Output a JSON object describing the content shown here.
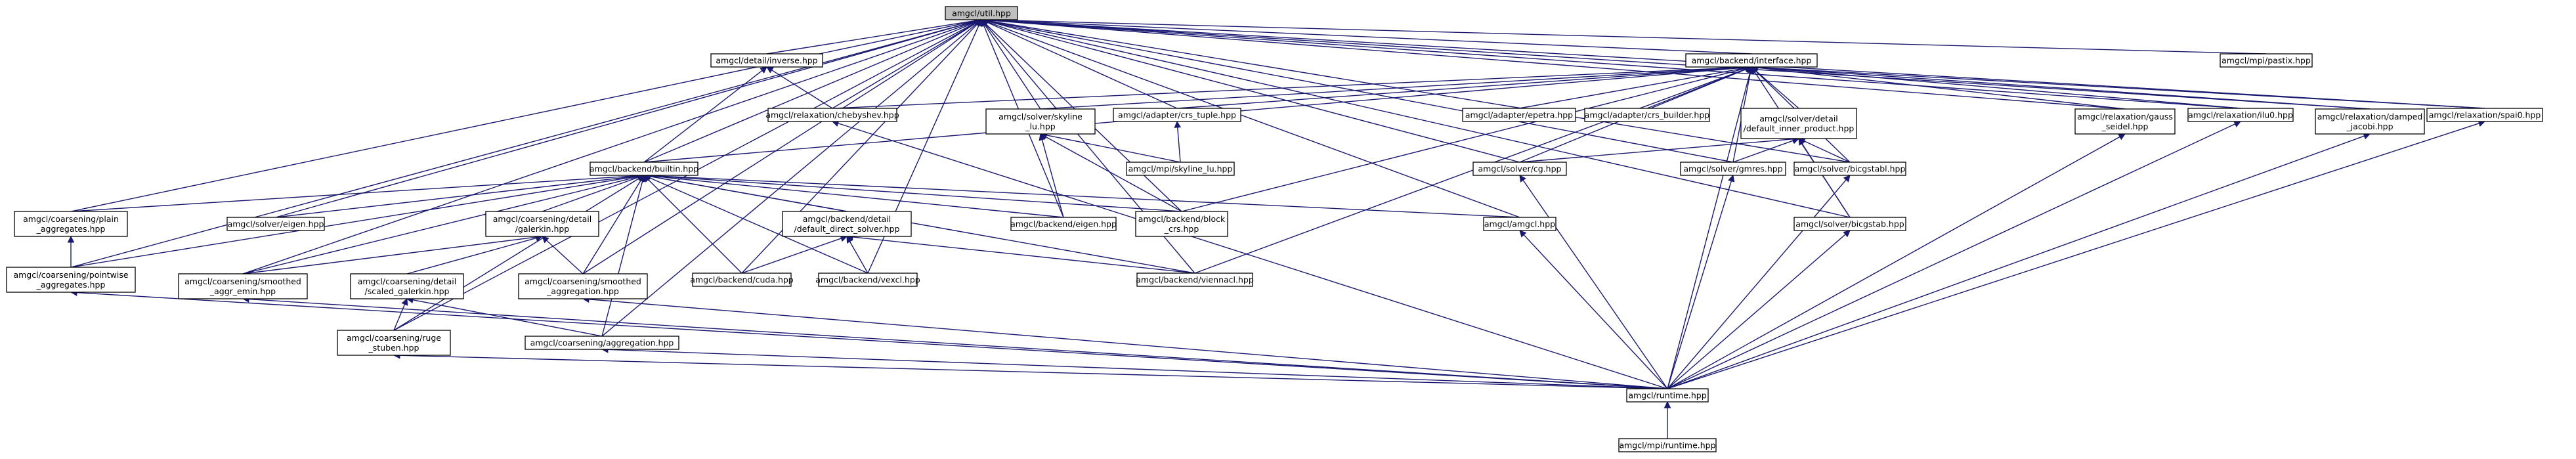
{
  "diagram": {
    "root_node": "util",
    "nodes": [
      {
        "id": "util",
        "lines": [
          "amgcl/util.hpp"
        ]
      },
      {
        "id": "inverse",
        "lines": [
          "amgcl/detail/inverse.hpp"
        ]
      },
      {
        "id": "iface",
        "lines": [
          "amgcl/backend/interface.hpp"
        ]
      },
      {
        "id": "pastix",
        "lines": [
          "amgcl/mpi/pastix.hpp"
        ]
      },
      {
        "id": "cheb",
        "lines": [
          "amgcl/relaxation/chebyshev.hpp"
        ]
      },
      {
        "id": "skyline",
        "lines": [
          "amgcl/solver/skyline",
          "_lu.hpp"
        ]
      },
      {
        "id": "crstuple",
        "lines": [
          "amgcl/adapter/crs_tuple.hpp"
        ]
      },
      {
        "id": "epetra",
        "lines": [
          "amgcl/adapter/epetra.hpp"
        ]
      },
      {
        "id": "crsbuilder",
        "lines": [
          "amgcl/adapter/crs_builder.hpp"
        ]
      },
      {
        "id": "innerprod",
        "lines": [
          "amgcl/solver/detail",
          "/default_inner_product.hpp"
        ]
      },
      {
        "id": "gauss",
        "lines": [
          "amgcl/relaxation/gauss",
          "_seidel.hpp"
        ]
      },
      {
        "id": "ilu0",
        "lines": [
          "amgcl/relaxation/ilu0.hpp"
        ]
      },
      {
        "id": "damped",
        "lines": [
          "amgcl/relaxation/damped",
          "_jacobi.hpp"
        ]
      },
      {
        "id": "spai0",
        "lines": [
          "amgcl/relaxation/spai0.hpp"
        ]
      },
      {
        "id": "mpisky",
        "lines": [
          "amgcl/mpi/skyline_lu.hpp"
        ]
      },
      {
        "id": "builtin",
        "lines": [
          "amgcl/backend/builtin.hpp"
        ]
      },
      {
        "id": "cg",
        "lines": [
          "amgcl/solver/cg.hpp"
        ]
      },
      {
        "id": "gmres",
        "lines": [
          "amgcl/solver/gmres.hpp"
        ]
      },
      {
        "id": "bicgstabl",
        "lines": [
          "amgcl/solver/bicgstabl.hpp"
        ]
      },
      {
        "id": "plain",
        "lines": [
          "amgcl/coarsening/plain",
          "_aggregates.hpp"
        ]
      },
      {
        "id": "eigensolver",
        "lines": [
          "amgcl/solver/eigen.hpp"
        ]
      },
      {
        "id": "galerkin",
        "lines": [
          "amgcl/coarsening/detail",
          "/galerkin.hpp"
        ]
      },
      {
        "id": "directsolver",
        "lines": [
          "amgcl/backend/detail",
          "/default_direct_solver.hpp"
        ]
      },
      {
        "id": "beigen",
        "lines": [
          "amgcl/backend/eigen.hpp"
        ]
      },
      {
        "id": "block",
        "lines": [
          "amgcl/backend/block",
          "_crs.hpp"
        ]
      },
      {
        "id": "amg",
        "lines": [
          "amgcl/amgcl.hpp"
        ]
      },
      {
        "id": "bicgstab",
        "lines": [
          "amgcl/solver/bicgstab.hpp"
        ]
      },
      {
        "id": "pointwise",
        "lines": [
          "amgcl/coarsening/pointwise",
          "_aggregates.hpp"
        ]
      },
      {
        "id": "saemin",
        "lines": [
          "amgcl/coarsening/smoothed",
          "_aggr_emin.hpp"
        ]
      },
      {
        "id": "scaled",
        "lines": [
          "amgcl/coarsening/detail",
          "/scaled_galerkin.hpp"
        ]
      },
      {
        "id": "smagg",
        "lines": [
          "amgcl/coarsening/smoothed",
          "_aggregation.hpp"
        ]
      },
      {
        "id": "cuda",
        "lines": [
          "amgcl/backend/cuda.hpp"
        ]
      },
      {
        "id": "vexcl",
        "lines": [
          "amgcl/backend/vexcl.hpp"
        ]
      },
      {
        "id": "viennacl",
        "lines": [
          "amgcl/backend/viennacl.hpp"
        ]
      },
      {
        "id": "ruge",
        "lines": [
          "amgcl/coarsening/ruge",
          "_stuben.hpp"
        ]
      },
      {
        "id": "aggregation",
        "lines": [
          "amgcl/coarsening/aggregation.hpp"
        ]
      },
      {
        "id": "runtime",
        "lines": [
          "amgcl/runtime.hpp"
        ]
      },
      {
        "id": "mpiruntime",
        "lines": [
          "amgcl/mpi/runtime.hpp"
        ]
      }
    ],
    "edges": [
      [
        "util",
        "inverse"
      ],
      [
        "util",
        "iface"
      ],
      [
        "util",
        "pastix"
      ],
      [
        "util",
        "cheb"
      ],
      [
        "util",
        "skyline"
      ],
      [
        "util",
        "crstuple"
      ],
      [
        "util",
        "builtin"
      ],
      [
        "util",
        "cg"
      ],
      [
        "util",
        "gmres"
      ],
      [
        "util",
        "bicgstabl"
      ],
      [
        "util",
        "plain"
      ],
      [
        "util",
        "eigensolver"
      ],
      [
        "util",
        "beigen"
      ],
      [
        "util",
        "block"
      ],
      [
        "util",
        "amg"
      ],
      [
        "util",
        "bicgstab"
      ],
      [
        "util",
        "pointwise"
      ],
      [
        "util",
        "saemin"
      ],
      [
        "util",
        "smagg"
      ],
      [
        "util",
        "cuda"
      ],
      [
        "util",
        "vexcl"
      ],
      [
        "util",
        "viennacl"
      ],
      [
        "util",
        "ruge"
      ],
      [
        "util",
        "aggregation"
      ],
      [
        "util",
        "gauss"
      ],
      [
        "util",
        "ilu0"
      ],
      [
        "util",
        "damped"
      ],
      [
        "util",
        "spai0"
      ],
      [
        "inverse",
        "cheb"
      ],
      [
        "inverse",
        "builtin"
      ],
      [
        "iface",
        "cheb"
      ],
      [
        "iface",
        "skyline"
      ],
      [
        "iface",
        "crstuple"
      ],
      [
        "iface",
        "epetra"
      ],
      [
        "iface",
        "crsbuilder"
      ],
      [
        "iface",
        "innerprod"
      ],
      [
        "iface",
        "gauss"
      ],
      [
        "iface",
        "ilu0"
      ],
      [
        "iface",
        "damped"
      ],
      [
        "iface",
        "spai0"
      ],
      [
        "iface",
        "builtin"
      ],
      [
        "iface",
        "cg"
      ],
      [
        "iface",
        "gmres"
      ],
      [
        "iface",
        "bicgstabl"
      ],
      [
        "iface",
        "bicgstab"
      ],
      [
        "iface",
        "block"
      ],
      [
        "iface",
        "viennacl"
      ],
      [
        "iface",
        "runtime"
      ],
      [
        "cheb",
        "runtime"
      ],
      [
        "skyline",
        "mpisky"
      ],
      [
        "skyline",
        "beigen"
      ],
      [
        "skyline",
        "block"
      ],
      [
        "crstuple",
        "mpisky"
      ],
      [
        "innerprod",
        "cg"
      ],
      [
        "innerprod",
        "gmres"
      ],
      [
        "innerprod",
        "bicgstabl"
      ],
      [
        "innerprod",
        "bicgstab"
      ],
      [
        "gauss",
        "runtime"
      ],
      [
        "ilu0",
        "runtime"
      ],
      [
        "damped",
        "runtime"
      ],
      [
        "spai0",
        "runtime"
      ],
      [
        "builtin",
        "plain"
      ],
      [
        "builtin",
        "eigensolver"
      ],
      [
        "builtin",
        "galerkin"
      ],
      [
        "builtin",
        "directsolver"
      ],
      [
        "builtin",
        "beigen"
      ],
      [
        "builtin",
        "block"
      ],
      [
        "builtin",
        "amg"
      ],
      [
        "builtin",
        "pointwise"
      ],
      [
        "builtin",
        "saemin"
      ],
      [
        "builtin",
        "smagg"
      ],
      [
        "builtin",
        "cuda"
      ],
      [
        "builtin",
        "vexcl"
      ],
      [
        "builtin",
        "viennacl"
      ],
      [
        "builtin",
        "ruge"
      ],
      [
        "builtin",
        "aggregation"
      ],
      [
        "cg",
        "runtime"
      ],
      [
        "gmres",
        "runtime"
      ],
      [
        "bicgstabl",
        "runtime"
      ],
      [
        "bicgstab",
        "runtime"
      ],
      [
        "plain",
        "pointwise"
      ],
      [
        "galerkin",
        "saemin"
      ],
      [
        "galerkin",
        "scaled"
      ],
      [
        "galerkin",
        "smagg"
      ],
      [
        "directsolver",
        "cuda"
      ],
      [
        "directsolver",
        "vexcl"
      ],
      [
        "directsolver",
        "viennacl"
      ],
      [
        "amg",
        "runtime"
      ],
      [
        "pointwise",
        "runtime"
      ],
      [
        "saemin",
        "runtime"
      ],
      [
        "scaled",
        "ruge"
      ],
      [
        "scaled",
        "aggregation"
      ],
      [
        "smagg",
        "runtime"
      ],
      [
        "ruge",
        "runtime"
      ],
      [
        "aggregation",
        "runtime"
      ],
      [
        "runtime",
        "mpiruntime"
      ]
    ]
  }
}
